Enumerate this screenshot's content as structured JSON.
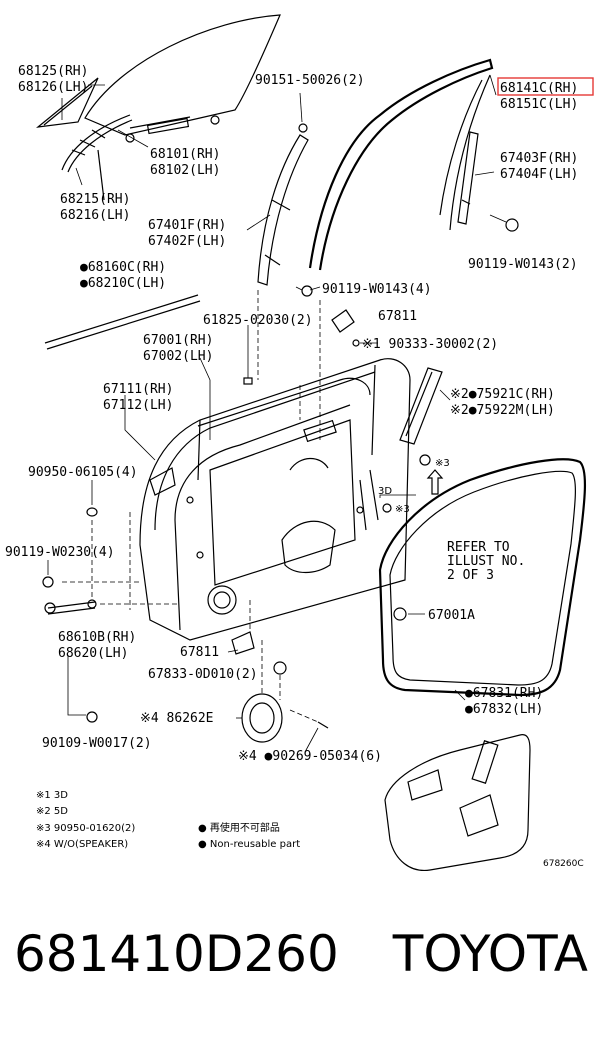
{
  "labels": {
    "p68125": "68125(RH)",
    "p68126": "68126(LH)",
    "p90151": "90151-50026(2)",
    "p68141": "68141C(RH)",
    "p68151": "68151C(LH)",
    "p68101": "68101(RH)",
    "p68102": "68102(LH)",
    "p67403": "67403F(RH)",
    "p67404": "67404F(LH)",
    "p68215": "68215(RH)",
    "p68216": "68216(LH)",
    "p67401": "67401F(RH)",
    "p67402": "67402F(LH)",
    "p90119a": "90119-W0143(2)",
    "p68160": "●68160C(RH)",
    "p68210": "●68210C(LH)",
    "p90119b": "90119-W0143(4)",
    "p61825": "61825-02030(2)",
    "p67811a": "67811",
    "p67001": "67001(RH)",
    "p67002": "67002(LH)",
    "p90333": "※1 90333-30002(2)",
    "p67111": "67111(RH)",
    "p67112": "67112(LH)",
    "p75921": "※2●75921C(RH)",
    "p75922": "※2●75922M(LH)",
    "p90950a": "90950-06105(4)",
    "p3a": "※3",
    "p3d": "3D",
    "p3b": "※3",
    "p90119c": "90119-W0230(4)",
    "refer1": "REFER TO",
    "refer2": "ILLUST NO.",
    "refer3": "2 OF 3",
    "p67001a": "67001A",
    "p68610": "68610B(RH)",
    "p68620": "68620(LH)",
    "p67811b": "67811",
    "p67833": "67833-0D010(2)",
    "p67831": "●67831(RH)",
    "p67832": "●67832(LH)",
    "p86262": "※4 86262E",
    "p90109": "90109-W0017(2)",
    "p90269": "※4 ●90269-05034(6)"
  },
  "legend": {
    "n1": "※1 3D",
    "n2": "※2 5D",
    "n3": "※3 90950-01620(2)",
    "n4": "※4 W/O(SPEAKER)",
    "m1": "● 再使用不可部品",
    "m2": "● Non-reusable part"
  },
  "figure_id": "678260C",
  "footer": {
    "part_number": "681410D260",
    "brand": "TOYOTA"
  },
  "colors": {
    "highlight": "#e53935",
    "line": "#000000"
  }
}
